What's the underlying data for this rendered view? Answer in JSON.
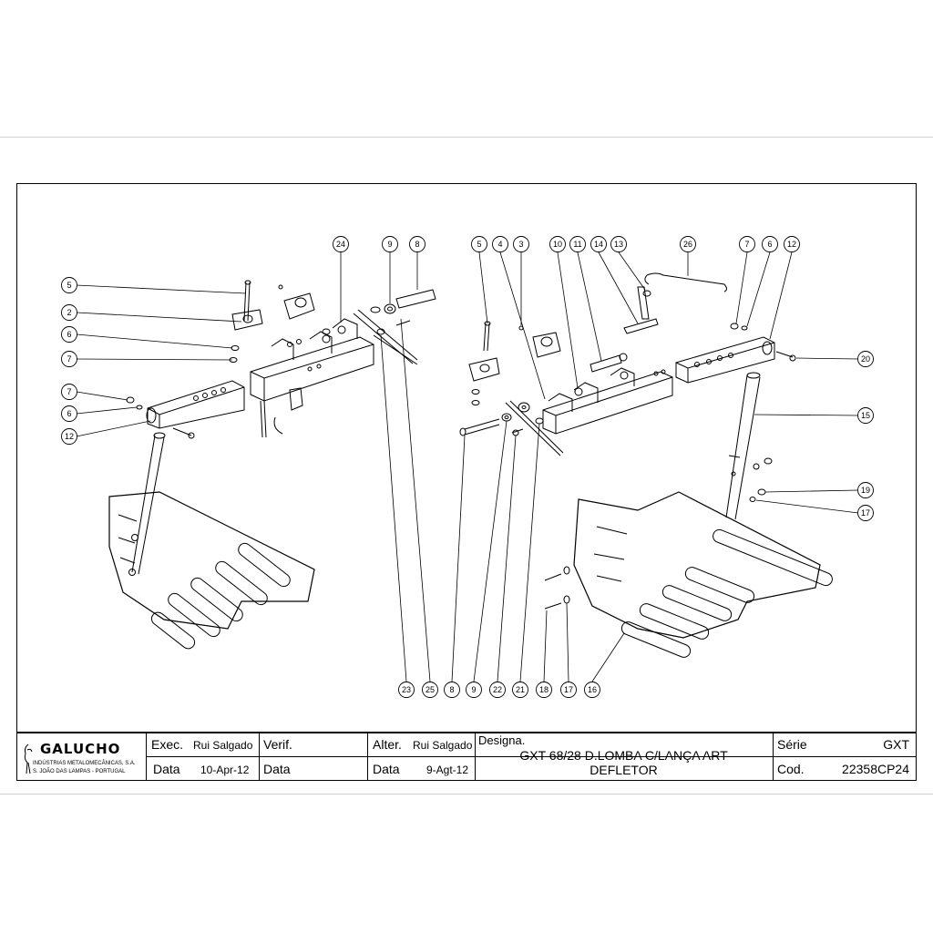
{
  "callouts": [
    {
      "id": "c5a",
      "label": "5"
    },
    {
      "id": "c2",
      "label": "2"
    },
    {
      "id": "c6a",
      "label": "6"
    },
    {
      "id": "c7a",
      "label": "7"
    },
    {
      "id": "c7b",
      "label": "7"
    },
    {
      "id": "c6b",
      "label": "6"
    },
    {
      "id": "c12a",
      "label": "12"
    },
    {
      "id": "c24",
      "label": "24"
    },
    {
      "id": "c9a",
      "label": "9"
    },
    {
      "id": "c8a",
      "label": "8"
    },
    {
      "id": "c5b",
      "label": "5"
    },
    {
      "id": "c4",
      "label": "4"
    },
    {
      "id": "c3",
      "label": "3"
    },
    {
      "id": "c10",
      "label": "10"
    },
    {
      "id": "c11",
      "label": "11"
    },
    {
      "id": "c14",
      "label": "14"
    },
    {
      "id": "c13",
      "label": "13"
    },
    {
      "id": "c26",
      "label": "26"
    },
    {
      "id": "c7c",
      "label": "7"
    },
    {
      "id": "c6c",
      "label": "6"
    },
    {
      "id": "c12b",
      "label": "12"
    },
    {
      "id": "c20",
      "label": "20"
    },
    {
      "id": "c15",
      "label": "15"
    },
    {
      "id": "c19",
      "label": "19"
    },
    {
      "id": "c17a",
      "label": "17"
    },
    {
      "id": "c23",
      "label": "23"
    },
    {
      "id": "c25",
      "label": "25"
    },
    {
      "id": "c8b",
      "label": "8"
    },
    {
      "id": "c9b",
      "label": "9"
    },
    {
      "id": "c22",
      "label": "22"
    },
    {
      "id": "c21",
      "label": "21"
    },
    {
      "id": "c18",
      "label": "18"
    },
    {
      "id": "c17b",
      "label": "17"
    },
    {
      "id": "c16",
      "label": "16"
    }
  ],
  "title_block": {
    "company": "GALUCHO",
    "company_line1": "INDÚSTRIAS METALOMECÂNICAS, S.A.",
    "company_line2": "S. JOÃO DAS LAMPAS - PORTUGAL",
    "exec_label": "Exec.",
    "exec_value": "Rui Salgado",
    "data_label_1": "Data",
    "data_value_1": "10-Apr-12",
    "verif_label": "Verif.",
    "data_label_2": "Data",
    "alter_label": "Alter.",
    "alter_value": "Rui Salgado",
    "data_label_3": "Data",
    "data_value_3": "9-Agt-12",
    "designa_label": "Designa.",
    "designa_line1": "GXT 68/28 D.LOMBA C/LANÇA ART",
    "designa_line2": "DEFLETOR",
    "serie_label": "Série",
    "serie_value": "GXT",
    "cod_label": "Cod.",
    "cod_value": "22358CP24"
  }
}
